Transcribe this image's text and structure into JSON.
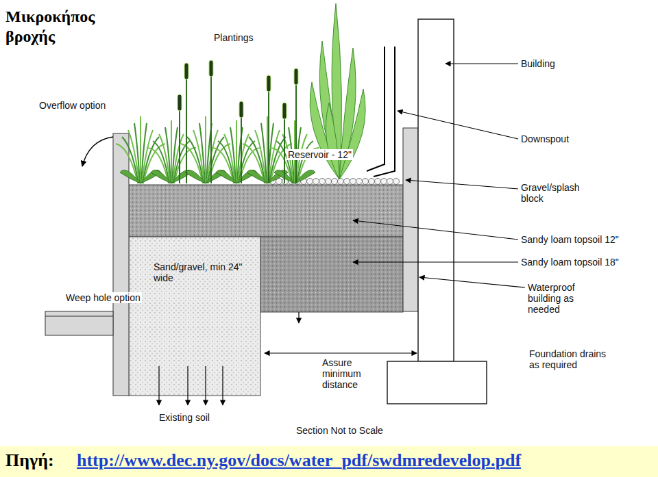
{
  "diagram": {
    "title": "Μικροκήπος βροχής",
    "nodes": [
      {
        "text": [
          "Sand/gravel, min 24\" wide"
        ]
      }
    ],
    "labels": [
      "Plantings",
      "Overflow option",
      "Reservoir - 12\"",
      "Building",
      "Downspout",
      "Gravel/splash block",
      "Sandy loam topsoil 12\"",
      "Sandy loam topsoil 18\"",
      "Waterproof building as needed",
      "Foundation drains as required",
      "Weep hole option",
      "Assure minimum distance",
      "Existing soil",
      "Section Not to Scale",
      "Πηγή:",
      "http://www.dec.ny.gov/docs/water_pdf/swdmredevelop.pdf"
    ]
  }
}
